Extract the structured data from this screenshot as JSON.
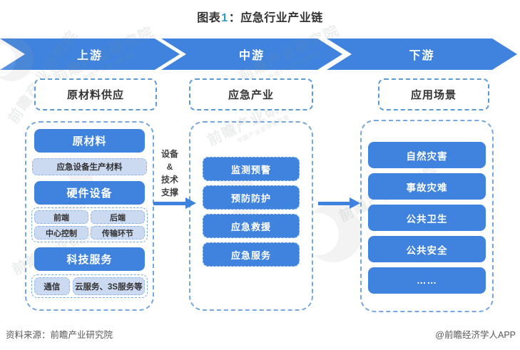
{
  "title": {
    "part1": "图表",
    "num": "1",
    "part2": "：应急行业产业链"
  },
  "banner": {
    "stages": [
      {
        "label": "上游"
      },
      {
        "label": "中游"
      },
      {
        "label": "下游"
      }
    ]
  },
  "upstream": {
    "header": "原材料供应",
    "raw_material": "原材料",
    "raw_material_sub": "应急设备生产材料",
    "hardware": "硬件设备",
    "hardware_subs": [
      "前端",
      "后端",
      "中心控制",
      "传输环节"
    ],
    "tech_service": "科技服务",
    "tech_subs": [
      "通信",
      "云服务、3S服务等"
    ]
  },
  "midstream": {
    "header": "应急产业",
    "items": [
      "监测预警",
      "预防防护",
      "应急救援",
      "应急服务"
    ]
  },
  "downstream": {
    "header": "应用场景",
    "items": [
      "自然灾害",
      "事故灾难",
      "公共卫生",
      "公共安全",
      "……"
    ]
  },
  "connector": {
    "lines": [
      "设备",
      "&",
      "技术",
      "支撑"
    ]
  },
  "footer": {
    "source": "资料来源：前瞻产业研究院",
    "credit": "@前瞻经济学人APP"
  },
  "watermark": {
    "text": "前瞻产业研究院",
    "subtext": "中国产业咨询领导者"
  },
  "colors": {
    "primary": "#3F83DE",
    "light_fill": "#CBD9F1",
    "dashed_border": "#5B9BD5",
    "title_number": "#2E9BC9",
    "text_dark": "#333333",
    "footer_gray": "#595959"
  }
}
